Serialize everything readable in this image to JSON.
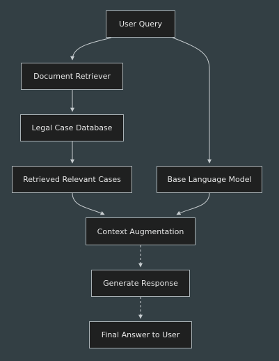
{
  "diagram": {
    "nodes": {
      "user_query": "User Query",
      "document_retriever": "Document Retriever",
      "legal_case_database": "Legal Case Database",
      "retrieved_relevant_cases": "Retrieved Relevant Cases",
      "base_language_model": "Base Language Model",
      "context_augmentation": "Context Augmentation",
      "generate_response": "Generate Response",
      "final_answer": "Final Answer to User"
    },
    "edges": [
      {
        "from": "user_query",
        "to": "document_retriever",
        "style": "solid"
      },
      {
        "from": "user_query",
        "to": "base_language_model",
        "style": "solid"
      },
      {
        "from": "document_retriever",
        "to": "legal_case_database",
        "style": "solid"
      },
      {
        "from": "legal_case_database",
        "to": "retrieved_relevant_cases",
        "style": "solid"
      },
      {
        "from": "retrieved_relevant_cases",
        "to": "context_augmentation",
        "style": "solid"
      },
      {
        "from": "base_language_model",
        "to": "context_augmentation",
        "style": "solid"
      },
      {
        "from": "context_augmentation",
        "to": "generate_response",
        "style": "dashed"
      },
      {
        "from": "generate_response",
        "to": "final_answer",
        "style": "dashed"
      }
    ],
    "colors": {
      "background": "#333f44",
      "node_fill": "#1f2020",
      "node_border": "#a9b2b6",
      "edge": "#c8ced1",
      "text": "#e6e6e6"
    }
  }
}
